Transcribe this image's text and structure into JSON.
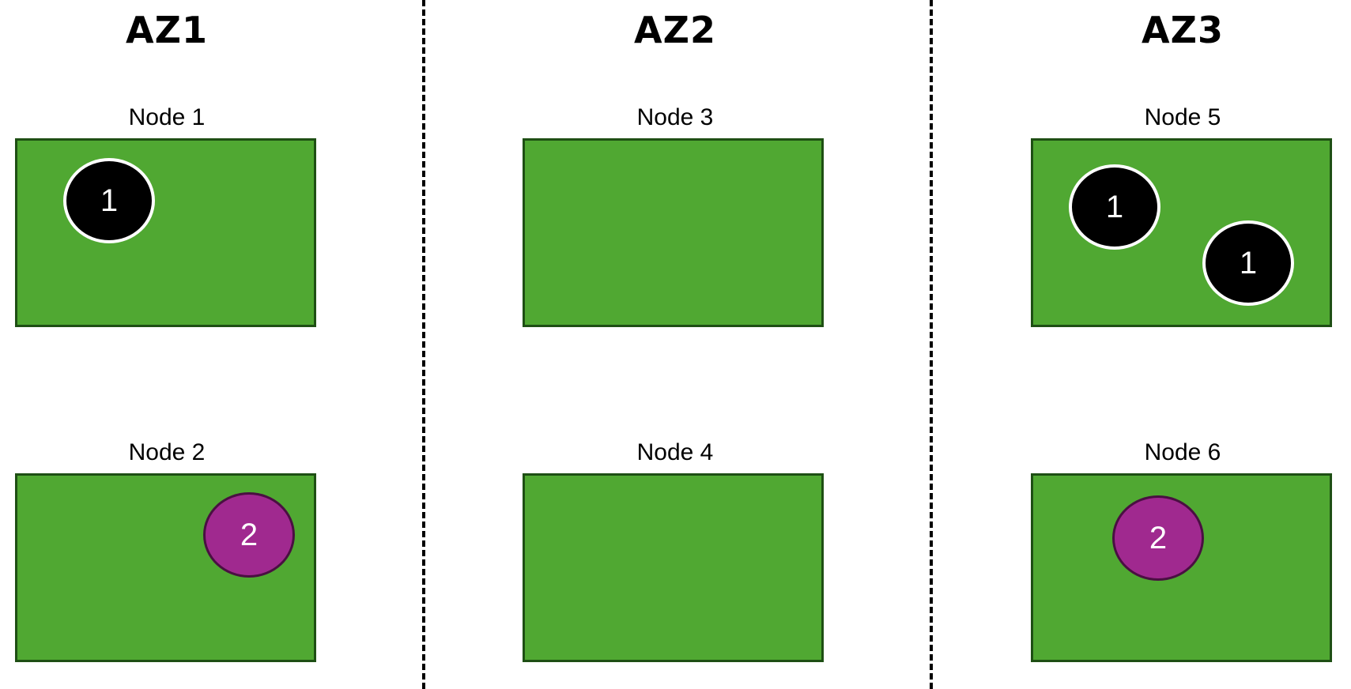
{
  "colors": {
    "node_fill": "#50a832",
    "node_border": "#1e4f14",
    "pod_black": "#000000",
    "pod_purple": "#a0298f",
    "divider": "#000000"
  },
  "zones": [
    {
      "title": "AZ1",
      "nodes": [
        {
          "label": "Node 1",
          "pods": [
            {
              "label": "1",
              "color": "black"
            }
          ]
        },
        {
          "label": "Node 2",
          "pods": [
            {
              "label": "2",
              "color": "purple"
            }
          ]
        }
      ]
    },
    {
      "title": "AZ2",
      "nodes": [
        {
          "label": "Node 3",
          "pods": []
        },
        {
          "label": "Node 4",
          "pods": []
        }
      ]
    },
    {
      "title": "AZ3",
      "nodes": [
        {
          "label": "Node 5",
          "pods": [
            {
              "label": "1",
              "color": "black"
            },
            {
              "label": "1",
              "color": "black"
            }
          ]
        },
        {
          "label": "Node 6",
          "pods": [
            {
              "label": "2",
              "color": "purple"
            }
          ]
        }
      ]
    }
  ]
}
